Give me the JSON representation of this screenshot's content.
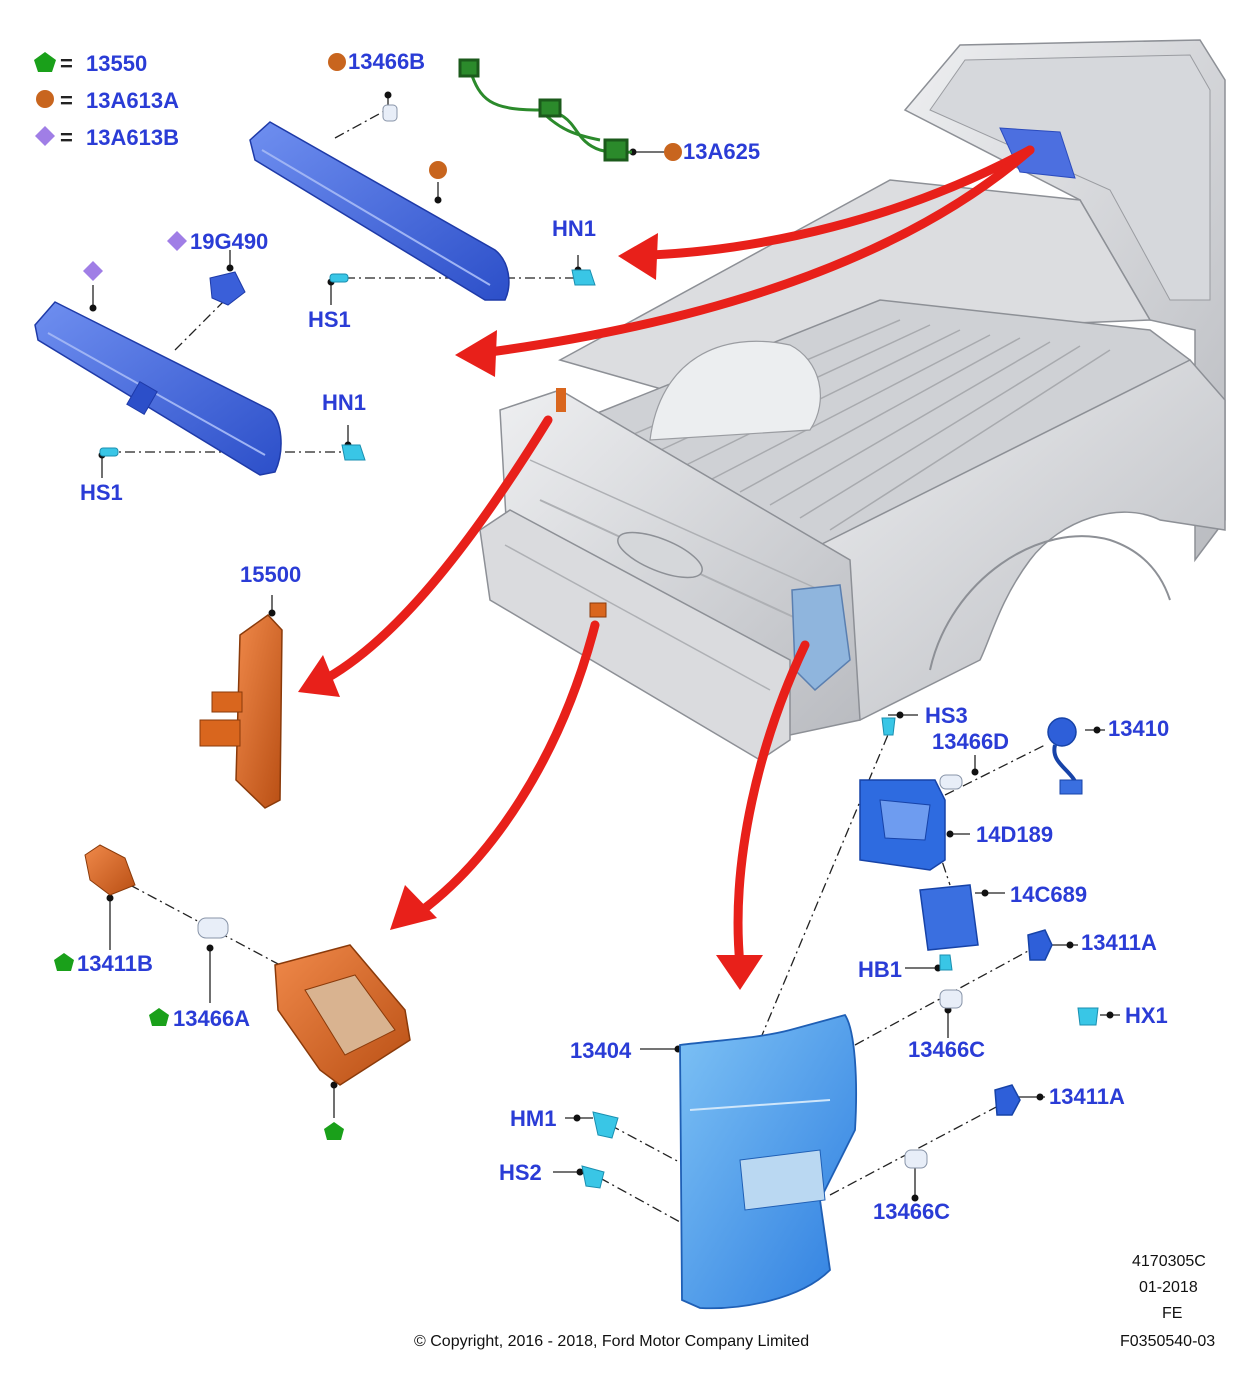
{
  "legend": [
    {
      "symbol": "pentagon-green",
      "eq": "=",
      "code": "13550"
    },
    {
      "symbol": "circle-orange",
      "eq": "=",
      "code": "13A613A"
    },
    {
      "symbol": "diamond-purple",
      "eq": "=",
      "code": "13A613B"
    }
  ],
  "labels": {
    "p13466B": "13466B",
    "p13A625": "13A625",
    "p19G490": "19G490",
    "hn1_top": "HN1",
    "hs1_top": "HS1",
    "hn1_bottom": "HN1",
    "hs1_bottom": "HS1",
    "p15500": "15500",
    "p13411B": "13411B",
    "p13466A": "13466A",
    "hs3": "HS3",
    "p13466D": "13466D",
    "p13410": "13410",
    "p14D189": "14D189",
    "p14C689": "14C689",
    "hb1": "HB1",
    "p13411A_top": "13411A",
    "hx1": "HX1",
    "p13466C_top": "13466C",
    "p13404": "13404",
    "hm1": "HM1",
    "hs2": "HS2",
    "p13411A_bottom": "13411A",
    "p13466C_bottom": "13466C"
  },
  "meta": {
    "ref": "4170305C",
    "date": "01-2018",
    "region": "FE",
    "figure": "F0350540-03",
    "copyright": "© Copyright, 2016 - 2018, Ford Motor Company Limited"
  },
  "colors": {
    "label_blue": "#2a3cd6",
    "part_blue": "#3a5fd9",
    "part_orange": "#d9661e",
    "fastener_cyan": "#39c6e6",
    "arrow_red": "#e8201a",
    "legend_green": "#1aa01a",
    "legend_orange": "#c8651e",
    "legend_purple": "#a07ee6",
    "truck_gray": "#c9cbcf"
  }
}
